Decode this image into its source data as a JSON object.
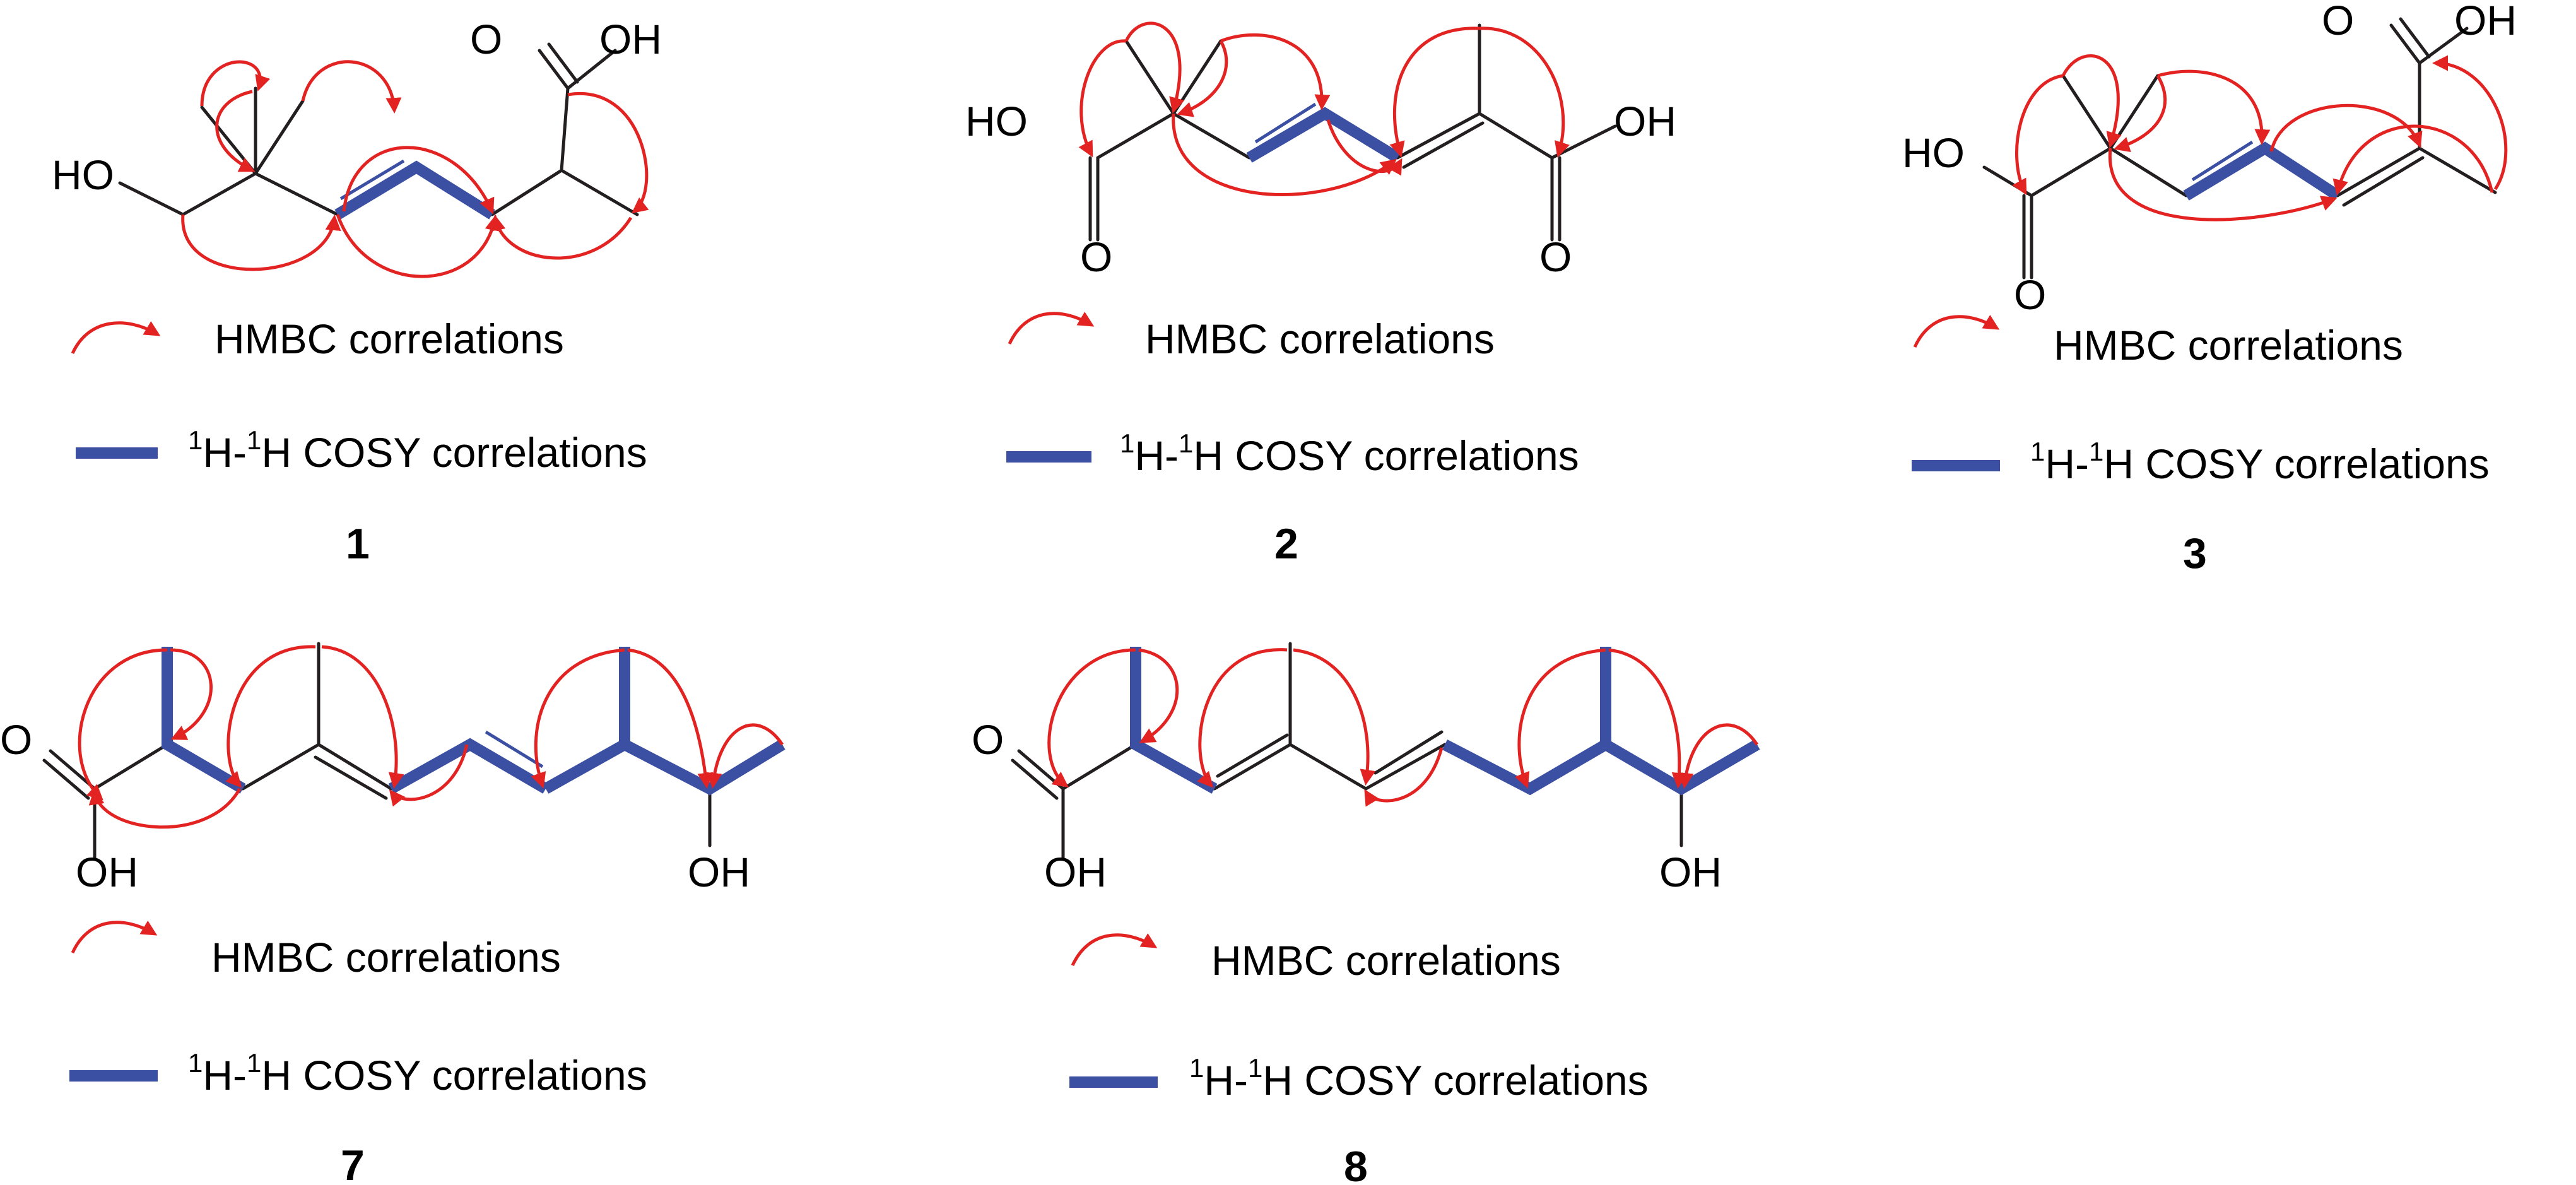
{
  "legend": {
    "hmbc_label": "HMBC correlations",
    "cosy_prefix": "H-",
    "cosy_suffix": "H COSY correlations",
    "cosy_sup": "1"
  },
  "atoms": {
    "hydroxyl": "OH",
    "hydroxyl_rev": "HO",
    "oxygen": "O"
  },
  "compounds": [
    {
      "id": "1"
    },
    {
      "id": "2"
    },
    {
      "id": "3"
    },
    {
      "id": "7"
    },
    {
      "id": "8"
    }
  ],
  "colors": {
    "hmbc": "#e32322",
    "cosy": "#3b4fa3",
    "bond": "#231f20"
  }
}
